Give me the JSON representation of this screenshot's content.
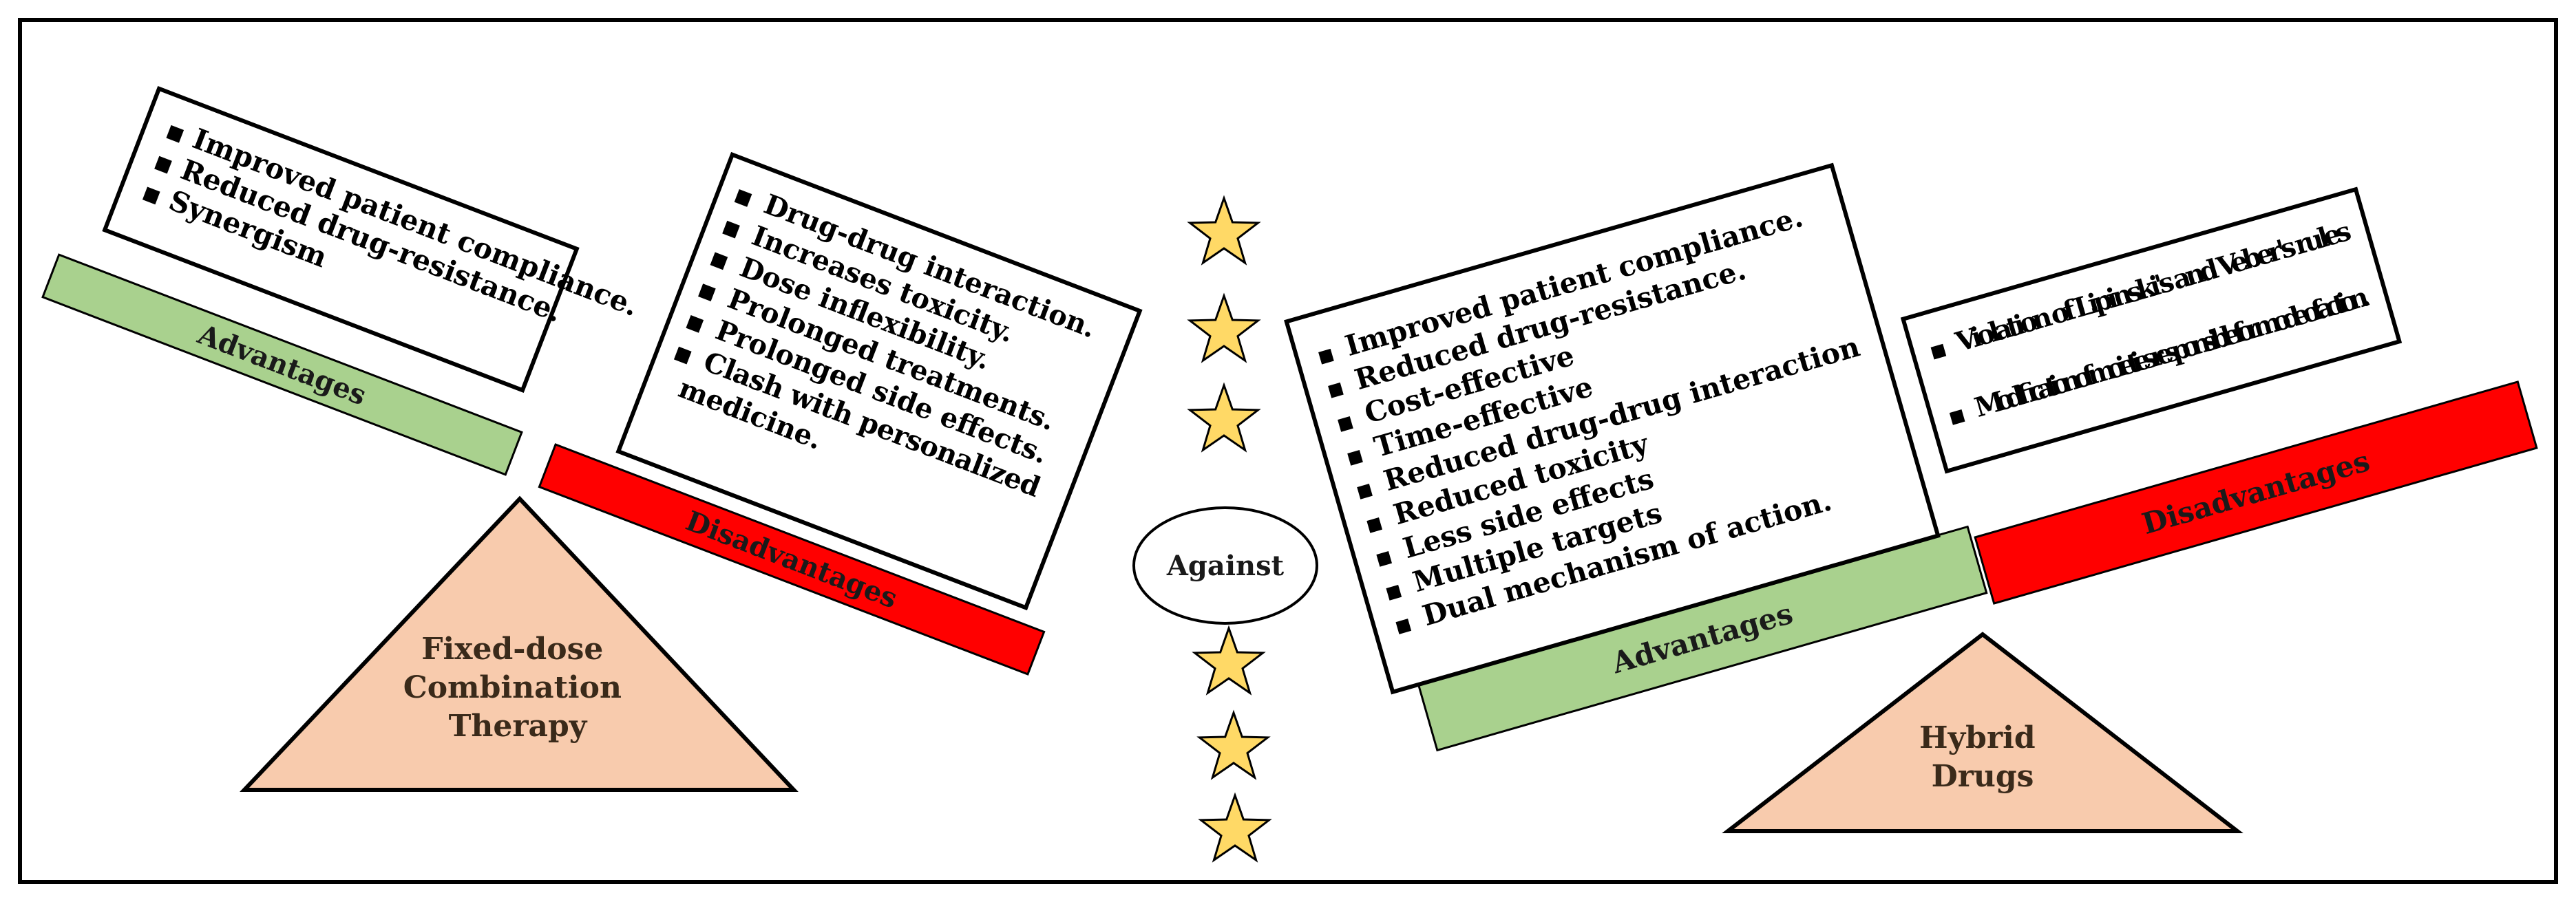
{
  "left_scale": {
    "fulcrum_label": [
      "Fixed-dose",
      "Combination",
      "Therapy"
    ],
    "advantages_label": "Advantages",
    "disadvantages_label": "Disadvantages",
    "advantages_items": [
      "Improved patient compliance.",
      "Reduced drug-resistance.",
      "Synergism"
    ],
    "disadvantages_items": [
      "Drug-drug interaction.",
      "Increases toxicity.",
      "Dose inflexibility.",
      "Prolonged treatments.",
      "Prolonged side effects.",
      "Clash with personalized",
      "medicine."
    ]
  },
  "center": {
    "against_label": "Against",
    "star_icon": "star-icon"
  },
  "right_scale": {
    "fulcrum_label": [
      "Hybrid",
      "Drugs"
    ],
    "advantages_label": "Advantages",
    "disadvantages_label": "Disadvantages",
    "advantages_items": [
      "Improved patient compliance.",
      "Reduced drug-resistance.",
      "Cost-effective",
      "Time-effective",
      "Reduced drug-drug interaction",
      "Reduced toxicity",
      "Less side effects",
      "Multiple targets",
      "Dual mechanism of action."
    ],
    "disadvantages_items": [
      "Violation of Lipinski's and Veber's rules",
      "Modification of moieties responsible for mode of action."
    ]
  },
  "colors": {
    "advantages": "#a9d18e",
    "disadvantages": "#ff0000",
    "fulcrum": "#f8cbad",
    "star": "#ffd966",
    "outline": "#000000"
  }
}
